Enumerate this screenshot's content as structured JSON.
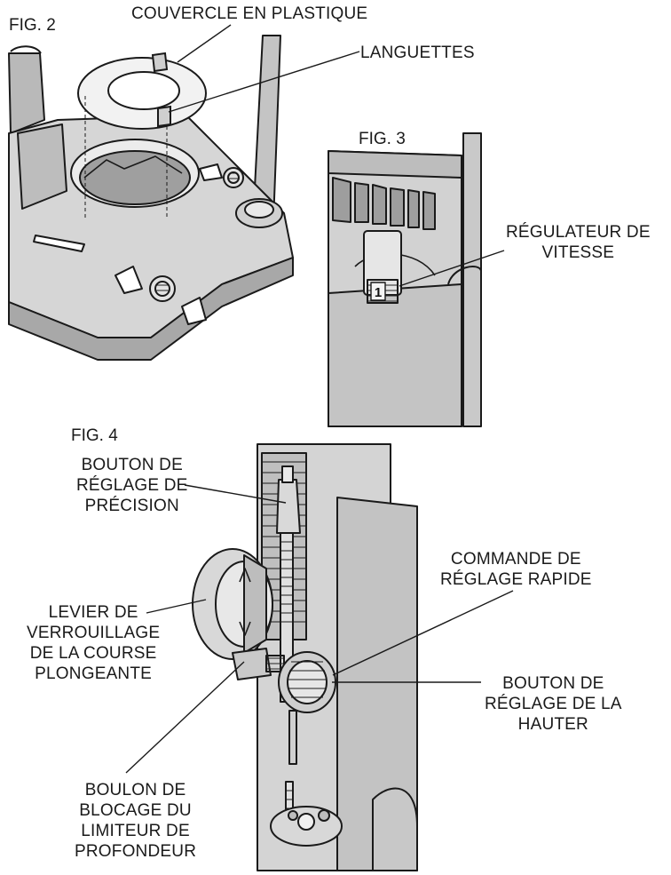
{
  "fig2": {
    "title": "FIG. 2",
    "labels": {
      "plastic_cover": "COUVERCLE EN PLASTIQUE",
      "tabs": "LANGUETTES"
    }
  },
  "fig3": {
    "title": "FIG. 3",
    "labels": {
      "speed_control": [
        "RÉGULATEUR DE",
        "VITESSE"
      ]
    },
    "dial_value": "1"
  },
  "fig4": {
    "title": "FIG. 4",
    "labels": {
      "fine_adjust_knob": [
        "BOUTON DE",
        "RÉGLAGE DE",
        "PRÉCISION"
      ],
      "quick_adjust": [
        "COMMANDE DE",
        "RÉGLAGE RAPIDE"
      ],
      "plunge_lock_lever": [
        "LEVIER DE",
        "VERROUILLAGE",
        "DE LA COURSE",
        "PLONGEANTE"
      ],
      "height_adjust_knob": [
        "BOUTON DE",
        "RÉGLAGE DE LA",
        "HAUTER"
      ],
      "depth_stop_bolt": [
        "BOULON DE",
        "BLOCAGE DU",
        "LIMITEUR DE",
        "PROFONDEUR"
      ]
    }
  }
}
